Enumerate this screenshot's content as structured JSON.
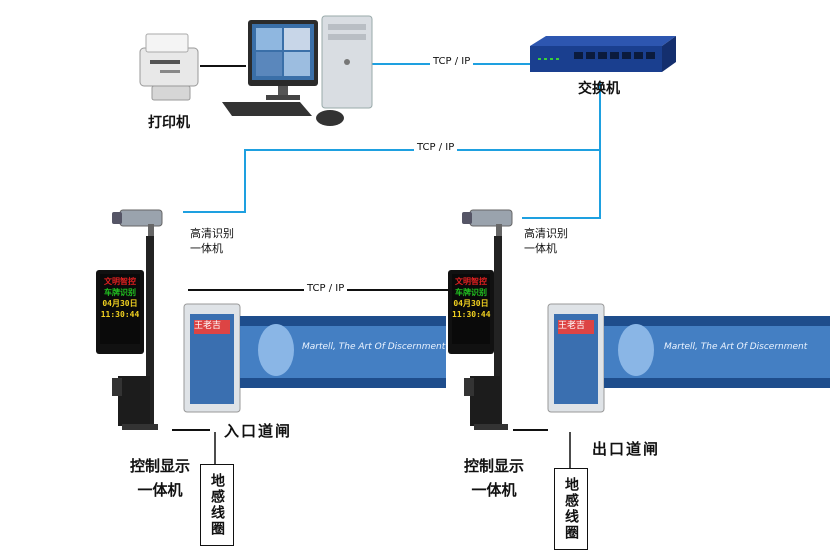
{
  "colors": {
    "network_line": "#1ea0e0",
    "black_line": "#111111",
    "switch_blue": "#1a3f8f",
    "display_red": "#e02020",
    "display_green": "#21c020",
    "display_yellow": "#f0d020"
  },
  "nodes": {
    "printer": "打印机",
    "switch": "交换机",
    "camera_left": [
      "高清识别",
      "一体机"
    ],
    "camera_right": [
      "高清识别",
      "一体机"
    ],
    "control_left": [
      "控制显示",
      "一体机"
    ],
    "control_right": [
      "控制显示",
      "一体机"
    ],
    "gate_entry": "入口道闸",
    "gate_exit": "出口道闸",
    "loop_left": "地感线圈",
    "loop_right": "地感线圈"
  },
  "links": {
    "pc_switch": "TCP / IP",
    "network_backbone": "TCP / IP",
    "between_gates": "TCP / IP"
  },
  "display_text": {
    "line1": "文明智控",
    "line2": "车牌识别",
    "line3": "04月30日",
    "line4": "11:30:44"
  },
  "barrier_banner": {
    "brand": "王老吉",
    "script": "Martell, The Art Of Discernment"
  },
  "icons": [
    "printer-icon",
    "computer-icon",
    "network-switch-icon",
    "camera-icon",
    "barrier-gate-icon",
    "display-pole-icon"
  ]
}
